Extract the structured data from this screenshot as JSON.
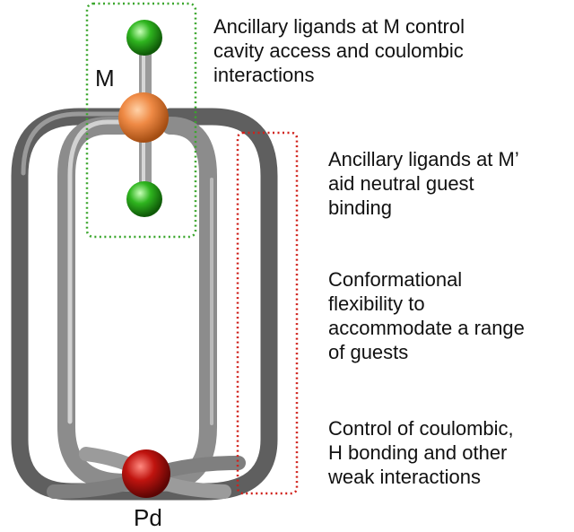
{
  "atoms": {
    "top_metal": "M",
    "bottom_metal": "Pd"
  },
  "annotations": {
    "m_ligands": [
      "Ancillary ligands at M control",
      "cavity access and coulombic",
      "interactions"
    ],
    "m_prime_ligands": [
      "Ancillary ligands at M’",
      "aid neutral guest",
      "binding"
    ],
    "flexibility": [
      "Conformational",
      "flexibility to",
      "accommodate a range",
      "of guests"
    ],
    "interactions": [
      "Control of coulombic,",
      "H bonding and other",
      "weak interactions"
    ]
  },
  "colors": {
    "rod": "#8f8f8f",
    "m_atom": "#e8803a",
    "pd_atom": "#b3140f",
    "ligand_atom": "#23a21a",
    "green_box": "#2a9d1f",
    "red_box": "#d0201a"
  }
}
